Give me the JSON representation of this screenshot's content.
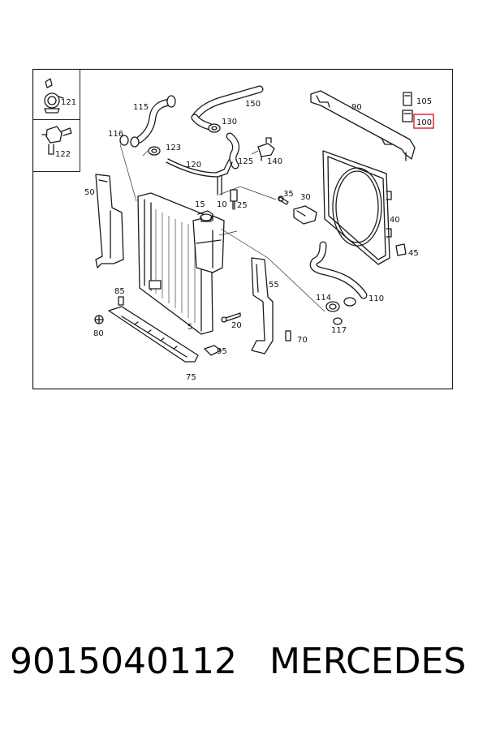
{
  "callouts": {
    "c5": "5",
    "c10": "10",
    "c15": "15",
    "c20": "20",
    "c25": "25",
    "c30": "30",
    "c35": "35",
    "c40": "40",
    "c45": "45",
    "c50": "50",
    "c55": "55",
    "c70": "70",
    "c75": "75",
    "c80": "80",
    "c85": "85",
    "c90": "90",
    "c95": "95",
    "c100": "100",
    "c105": "105",
    "c110": "110",
    "c114": "114",
    "c115": "115",
    "c116": "116",
    "c117": "117",
    "c120": "120",
    "c121": "121",
    "c122": "122",
    "c123": "123",
    "c125": "125",
    "c130": "130",
    "c140": "140",
    "c150": "150"
  },
  "highlight": {
    "callout": "100",
    "color": "#e0182d"
  },
  "footer": {
    "part_number": "9015040112",
    "brand": "MERCEDES"
  }
}
